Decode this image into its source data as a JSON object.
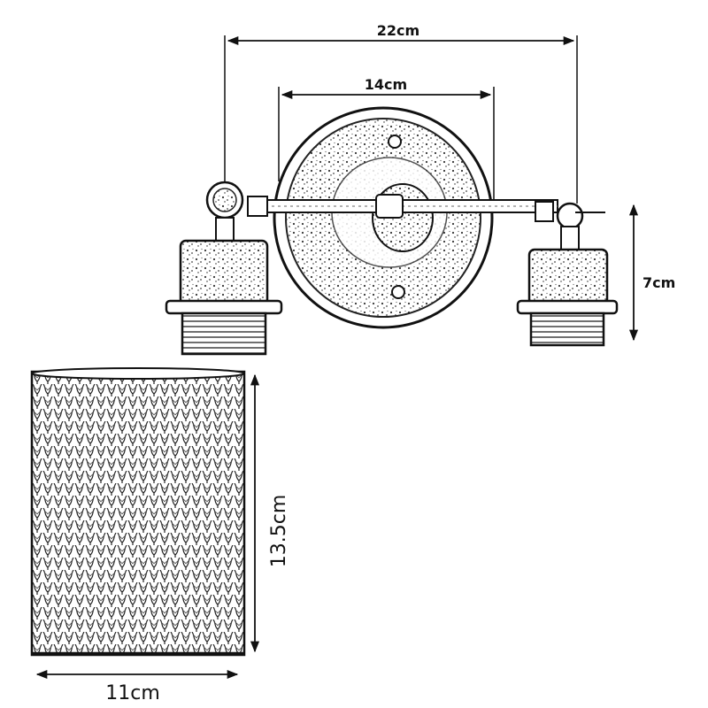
{
  "dimensions": {
    "overall_width": "22cm",
    "backplate_width": "14cm",
    "holder_height": "7cm",
    "shade_height": "13.5cm",
    "shade_width": "11cm"
  }
}
